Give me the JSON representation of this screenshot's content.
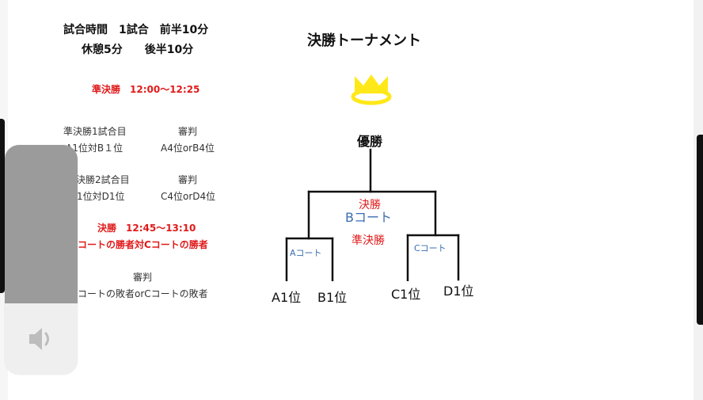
{
  "schedule": {
    "line1": "試合時間　1試合　前半10分",
    "line2": "休憩5分　　後半10分",
    "semifinal_time": "準決勝　12:00～12:25",
    "semi1_label": "準決勝1試合目",
    "semi1_referee_label": "審判",
    "semi1_match": "A1位対B１位",
    "semi1_referee": "A4位orB4位",
    "semi2_label": "決勝2試合目",
    "semi2_referee_label": "審判",
    "semi2_match": "1位対D1位",
    "semi2_referee": "C4位orD4位",
    "final_time": "決勝　12:45～13:10",
    "final_match": "コートの勝者対Cコートの勝者",
    "final_referee_label": "審判",
    "final_referee": "コートの敗者orCコートの敗者"
  },
  "bracket": {
    "title": "決勝トーナメント",
    "champion": "優勝",
    "final_label": "決勝",
    "final_court": "Bコート",
    "semi_label": "準決勝",
    "court_a": "Aコート",
    "court_c": "Cコート",
    "seeds": [
      "A1位",
      "B1位",
      "C1位",
      "D1位"
    ]
  },
  "colors": {
    "crown": "#ffe81a",
    "red": "#e01b1b",
    "blue": "#3a6db0"
  },
  "volume": {
    "icon": "speaker-icon",
    "level": 0.69
  }
}
